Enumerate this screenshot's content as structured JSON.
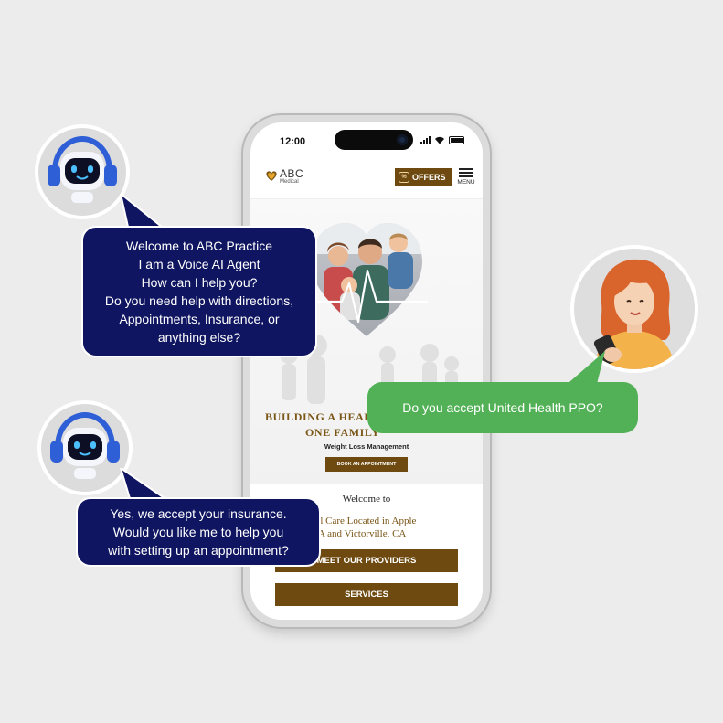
{
  "colors": {
    "background": "#ececec",
    "bot_bubble": "#0f1560",
    "user_bubble": "#52b156",
    "brand_brown": "#6e4a10",
    "gold_text": "#7a5617"
  },
  "phone": {
    "status_bar": {
      "time": "12:00",
      "icons": [
        "signal-icon",
        "wifi-icon",
        "battery-icon"
      ]
    },
    "header": {
      "logo_name": "ABC",
      "logo_sub": "Medical",
      "offers_label": "OFFERS",
      "menu_label": "MENU"
    },
    "hero": {
      "title_line1": "BUILDING A HEALT",
      "title_line2": "ONE FAMILY",
      "subtitle": "Weight Loss Management",
      "book_label": "BOOK AN APPOINTMENT"
    },
    "welcome": {
      "title": "Welcome to",
      "text_line1": "dical Care Located in Apple",
      "text_line2": "r, CA and Victorville, CA"
    },
    "buttons": {
      "providers": "MEET OUR PROVIDERS",
      "services": "SERVICES"
    }
  },
  "chat": {
    "bot_greeting": [
      "Welcome to ABC Practice",
      "I am a Voice AI Agent",
      "How can I help you?",
      "Do you need help with directions,",
      "Appointments, Insurance, or",
      "anything else?"
    ],
    "user_question": "Do you accept United Health PPO?",
    "bot_reply": [
      "Yes, we accept your insurance.",
      "Would you like me to help you",
      "with setting up an appointment?"
    ]
  }
}
